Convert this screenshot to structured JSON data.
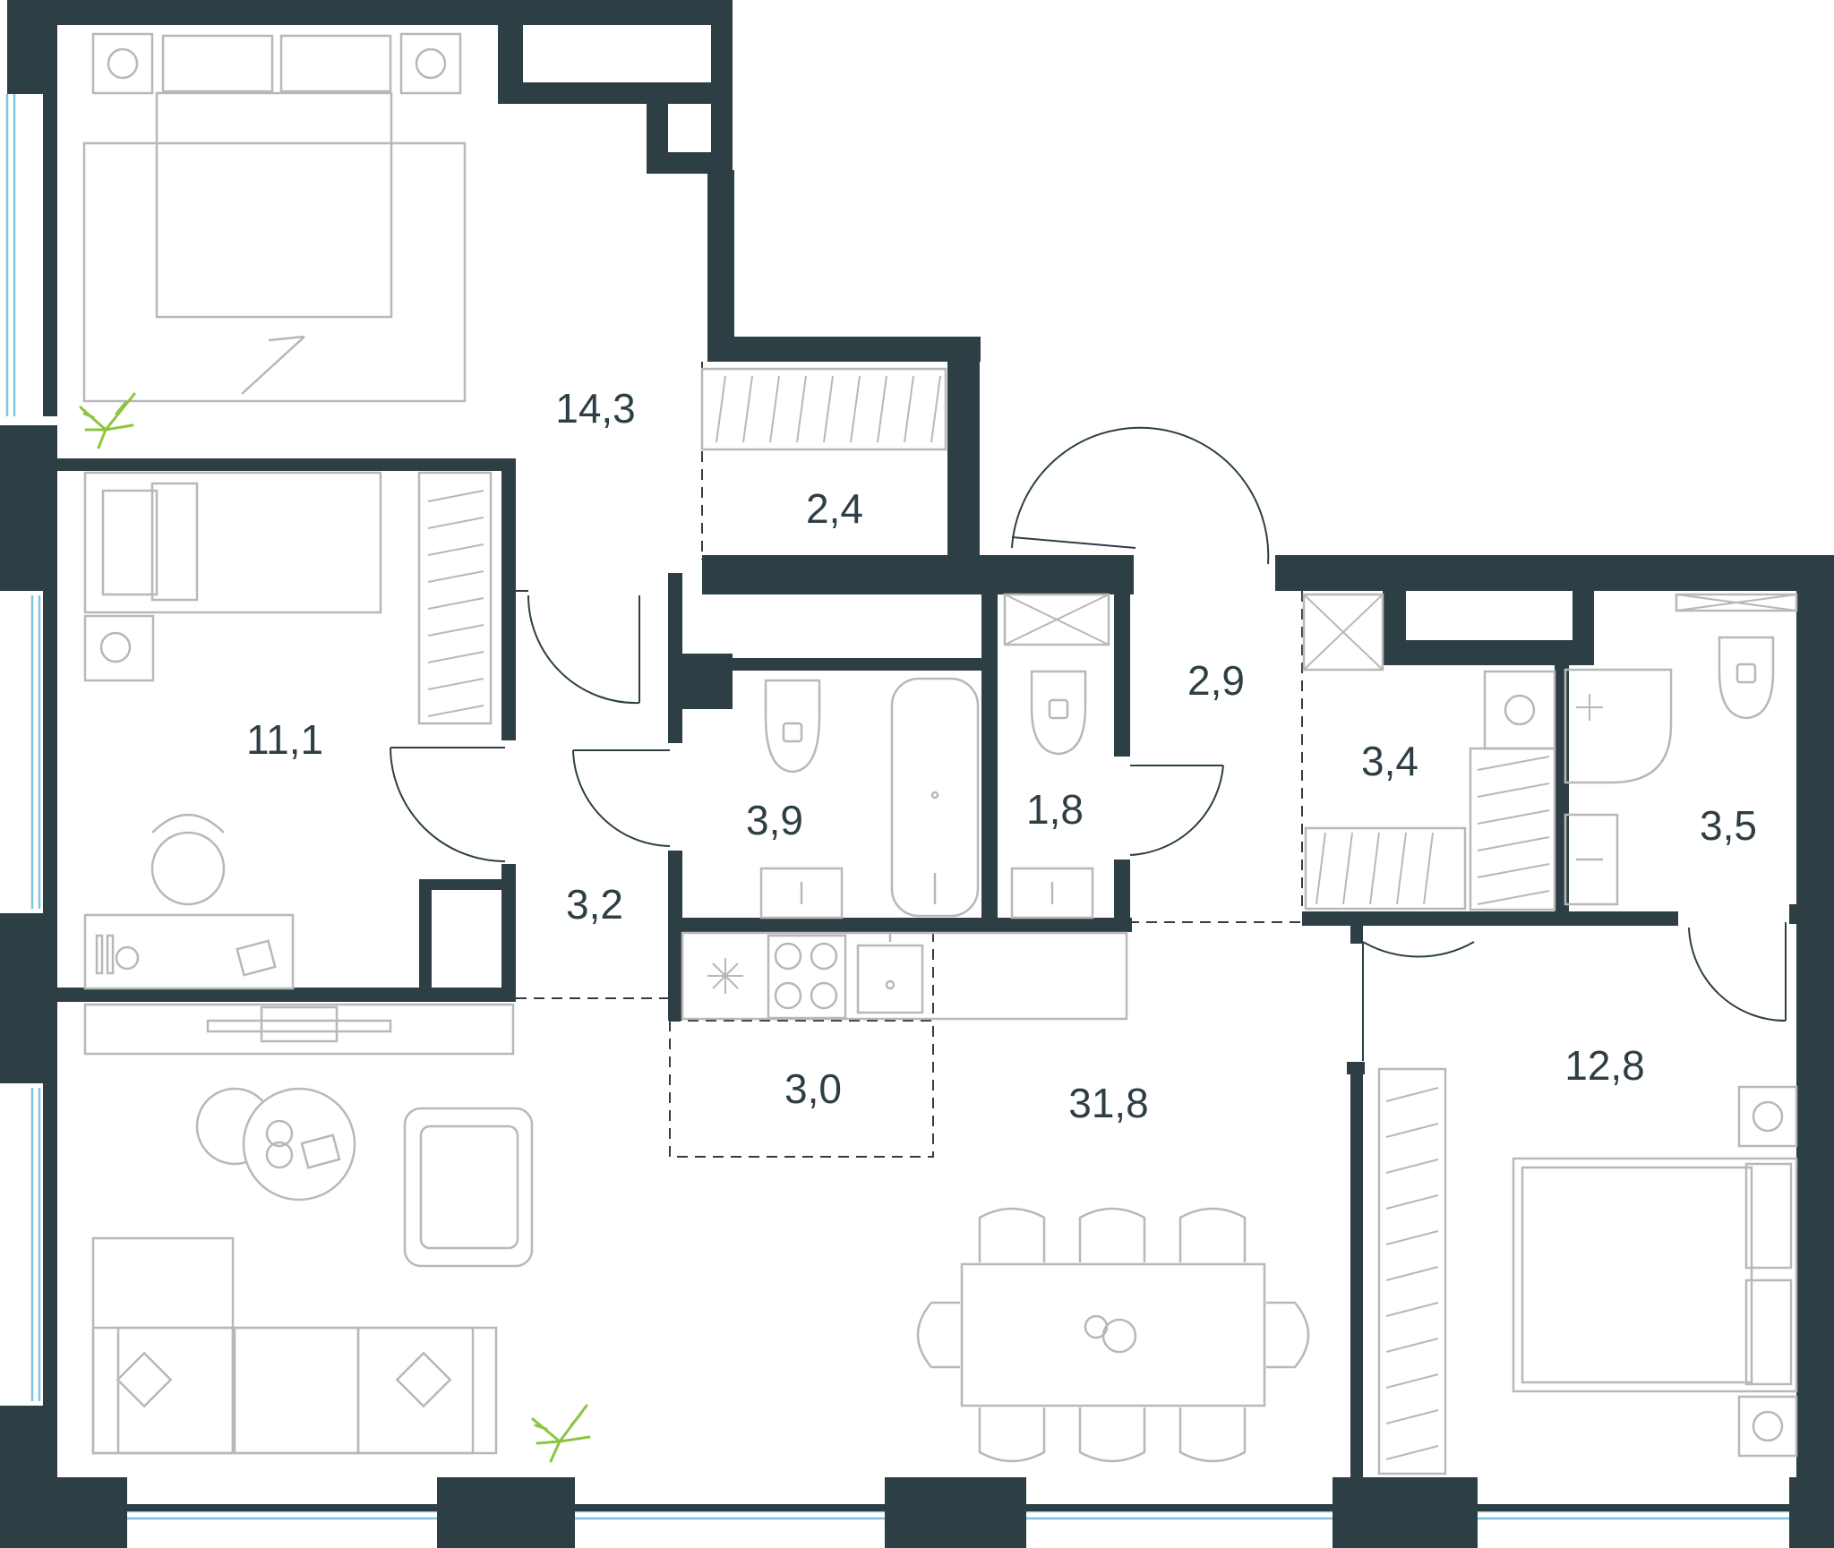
{
  "floor_plan": {
    "colors": {
      "wall": "#2d3f44",
      "furniture": "#b8b8b8",
      "window": "#7fc4e6",
      "plant": "#8cc63f"
    },
    "rooms": [
      {
        "id": "bedroom-1",
        "area": "14,3"
      },
      {
        "id": "storage",
        "area": "2,4"
      },
      {
        "id": "bedroom-2",
        "area": "11,1"
      },
      {
        "id": "hall-corridor",
        "area": "3,2"
      },
      {
        "id": "bathroom",
        "area": "3,9"
      },
      {
        "id": "toilet",
        "area": "1,8"
      },
      {
        "id": "entrance-hall",
        "area": "2,9"
      },
      {
        "id": "laundry",
        "area": "3,4"
      },
      {
        "id": "shower-room",
        "area": "3,5"
      },
      {
        "id": "kitchen-niche",
        "area": "3,0"
      },
      {
        "id": "living-kitchen",
        "area": "31,8"
      },
      {
        "id": "bedroom-3",
        "area": "12,8"
      }
    ],
    "icons": [
      "bed-icon",
      "toilet-icon",
      "bathtub-icon",
      "sink-icon",
      "shower-icon",
      "stove-icon",
      "washing-machine-icon",
      "plant-icon",
      "sofa-icon",
      "dining-table-icon",
      "desk-icon",
      "armchair-icon",
      "wardrobe-icon"
    ]
  }
}
